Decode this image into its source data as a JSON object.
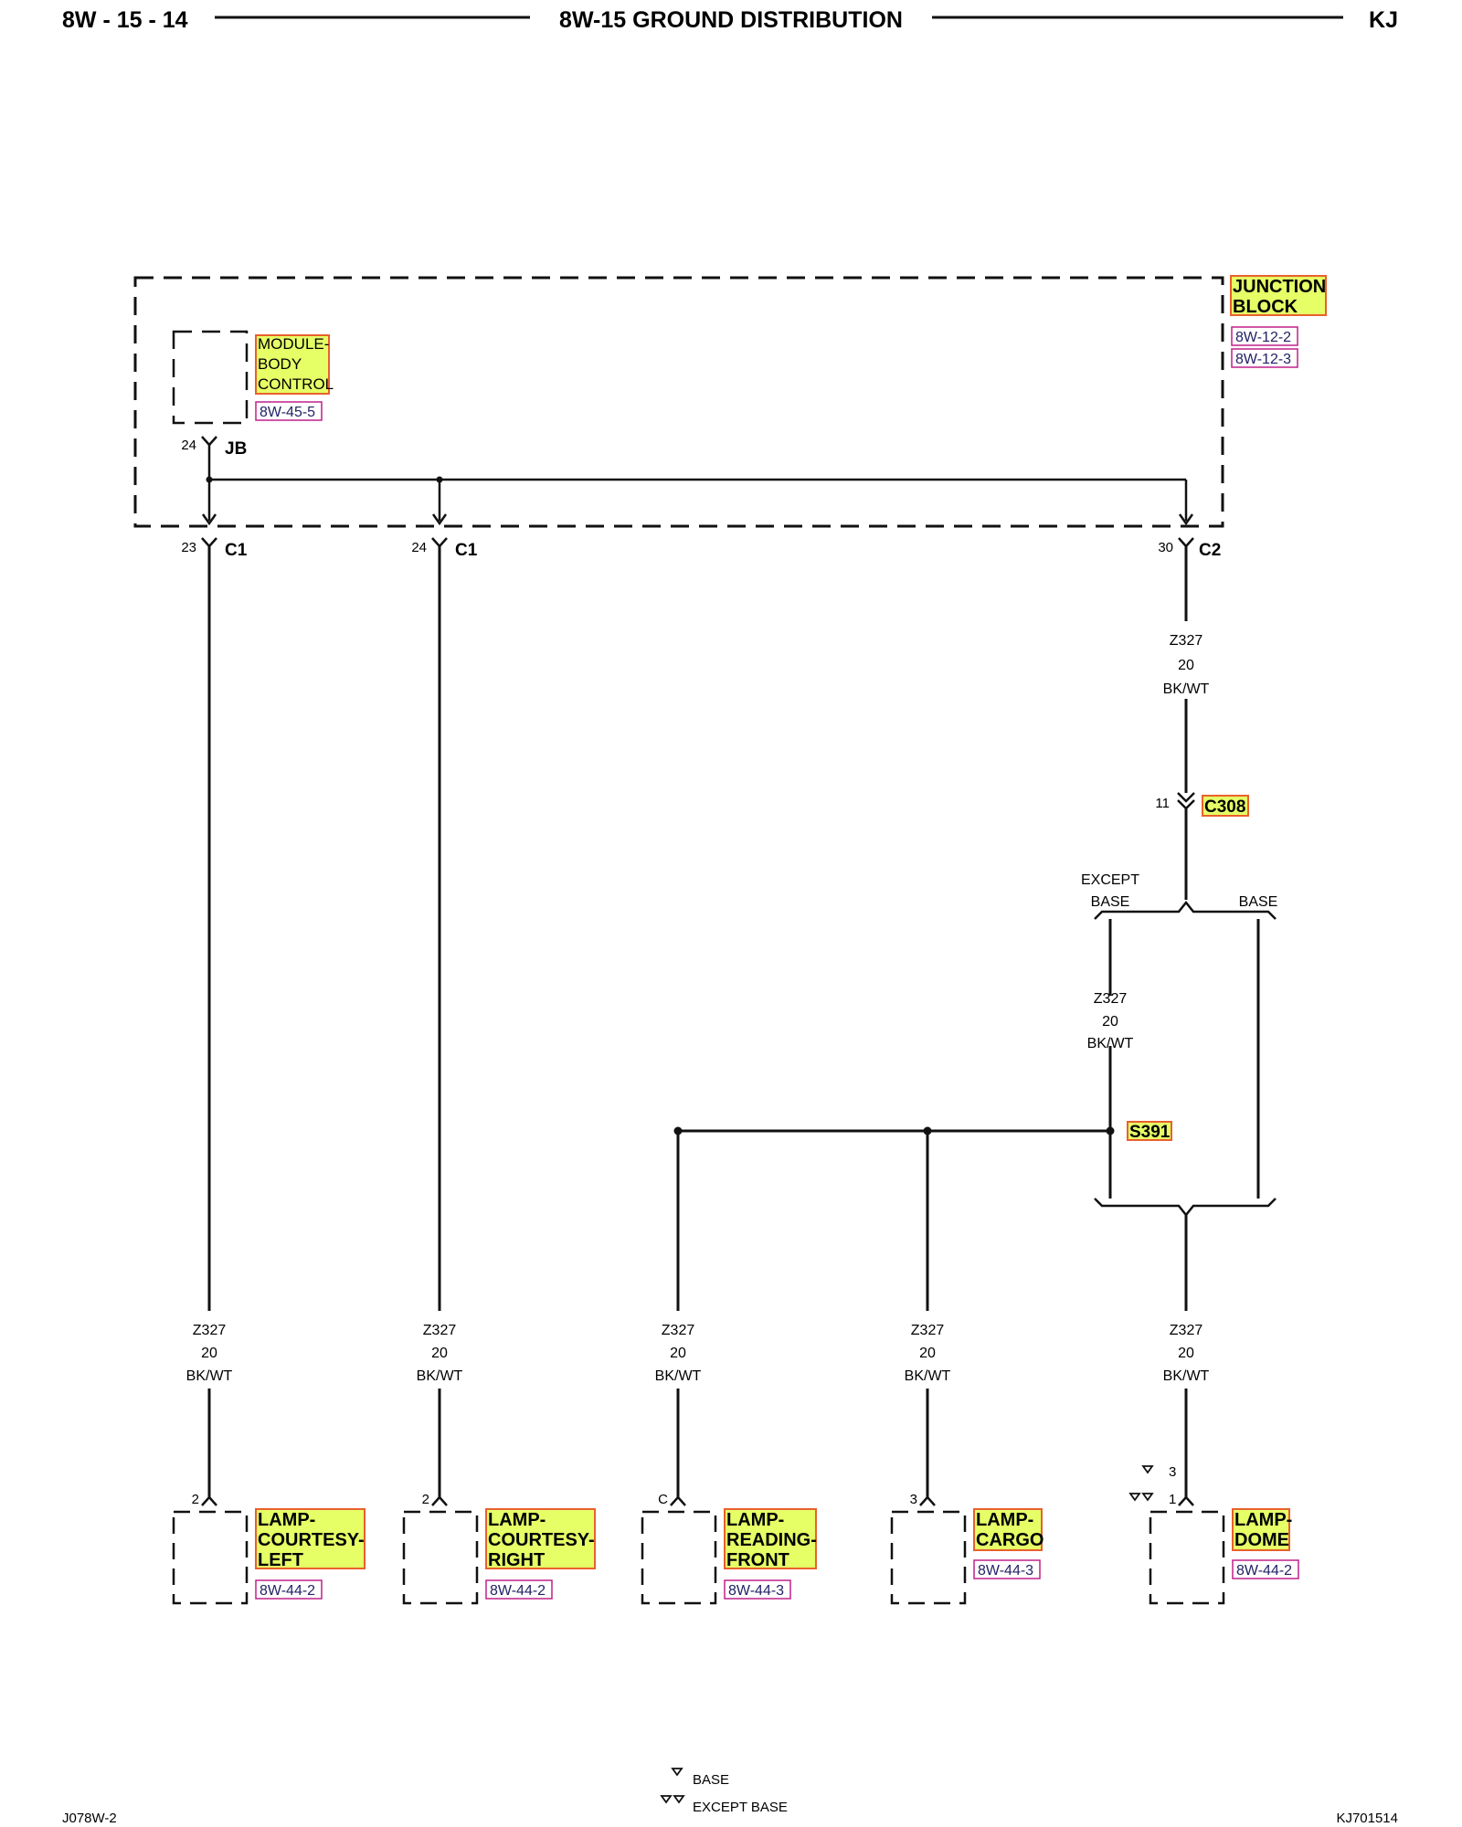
{
  "header": {
    "page_number": "8W - 15 - 14",
    "title": "8W-15 GROUND DISTRIBUTION",
    "vehicle": "KJ"
  },
  "junction_block": {
    "label_lines": [
      "JUNCTION",
      "BLOCK"
    ],
    "refs": [
      "8W-12-2",
      "8W-12-3"
    ]
  },
  "body_control_module": {
    "label_lines": [
      "MODULE-",
      "BODY",
      "CONTROL"
    ],
    "ref": "8W-45-5",
    "pin": "24",
    "connector": "JB"
  },
  "junction_outputs": [
    {
      "pin": "23",
      "connector": "C1"
    },
    {
      "pin": "24",
      "connector": "C1"
    },
    {
      "pin": "30",
      "connector": "C2"
    }
  ],
  "wire": {
    "circuit": "Z327",
    "gauge": "20",
    "color": "BK/WT"
  },
  "inline_connector": {
    "pin": "11",
    "name": "C308"
  },
  "splice": {
    "name": "S391"
  },
  "option_branches": {
    "except_base_lines": [
      "EXCEPT",
      "BASE"
    ],
    "base": "BASE"
  },
  "lamps": [
    {
      "pin": "2",
      "label_lines": [
        "LAMP-",
        "COURTESY-",
        "LEFT"
      ],
      "ref": "8W-44-2"
    },
    {
      "pin": "2",
      "label_lines": [
        "LAMP-",
        "COURTESY-",
        "RIGHT"
      ],
      "ref": "8W-44-2"
    },
    {
      "pin": "C",
      "label_lines": [
        "LAMP-",
        "READING-",
        "FRONT"
      ],
      "ref": "8W-44-3"
    },
    {
      "pin": "3",
      "label_lines": [
        "LAMP-",
        "CARGO"
      ],
      "ref": "8W-44-3"
    },
    {
      "pin_base": "3",
      "pin_except_base": "1",
      "label_lines": [
        "LAMP-",
        "DOME"
      ],
      "ref": "8W-44-2"
    }
  ],
  "legend": [
    {
      "symbol": "▽",
      "text": "BASE"
    },
    {
      "symbol": "▽▽",
      "text": "EXCEPT BASE"
    }
  ],
  "footer": {
    "left": "J078W-2",
    "right": "KJ701514"
  },
  "colors": {
    "highlight": "#e6ff66",
    "highlight_border": "#e8612c",
    "ref_border": "#c0218c",
    "line": "#111111"
  }
}
